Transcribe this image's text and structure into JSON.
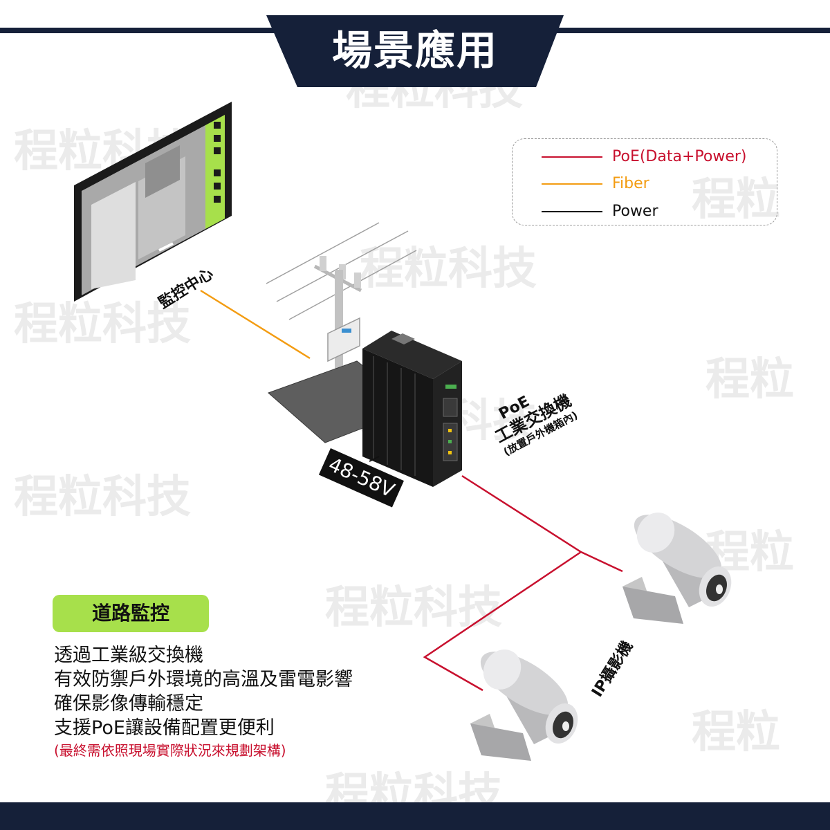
{
  "header": {
    "title": "場景應用"
  },
  "watermark": {
    "text": "程粒科技"
  },
  "legend": [
    {
      "label": "PoE(Data+Power)",
      "color": "#c8102e"
    },
    {
      "label": "Fiber",
      "color": "#f39c12"
    },
    {
      "label": "Power",
      "color": "#111111"
    }
  ],
  "labels": {
    "monitor": "監控中心",
    "switch_line1": "PoE",
    "switch_line2": "工業交換機",
    "switch_line3": "(放置戶外機箱內)",
    "voltage": "48-58V",
    "camera": "IP攝影機"
  },
  "scene": {
    "tag": "道路監控",
    "lines": [
      "透過工業級交換機",
      "有效防禦戶外環境的高溫及雷電影響",
      "確保影像傳輸穩定",
      "支援PoE讓設備配置更便利"
    ],
    "note": "(最終需依照現場實際狀況來規劃架構)"
  },
  "colors": {
    "navy": "#152039",
    "poe": "#c8102e",
    "fiber": "#f39c12",
    "power": "#111111",
    "accent": "#a7e04b"
  }
}
